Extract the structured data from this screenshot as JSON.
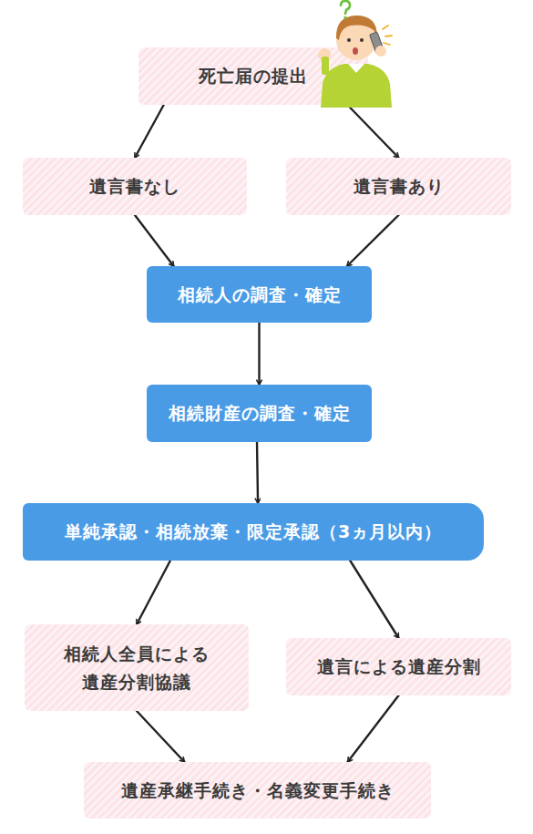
{
  "diagram": {
    "nodes": [
      {
        "text": [
          "死亡届の提出"
        ]
      },
      {
        "text": [
          "遺言書なし"
        ]
      },
      {
        "text": [
          "遺言書あり"
        ]
      },
      {
        "text": [
          "相続人の調査・確定"
        ]
      },
      {
        "text": [
          "相続財産の調査・確定"
        ]
      },
      {
        "text": [
          "単純承認・相続放棄・限定承認（3ヵ月以内）"
        ]
      },
      {
        "text": [
          "相続人全員による 遺産分割協議"
        ]
      },
      {
        "text": [
          "遺言による遺産分割"
        ]
      },
      {
        "text": [
          "遺産承継手続き・名義変更手続き"
        ]
      }
    ],
    "edges": [
      {
        "from": 0,
        "to": 1,
        "arrow": "to"
      },
      {
        "from": 0,
        "to": 2,
        "arrow": "to"
      },
      {
        "from": 1,
        "to": 3,
        "arrow": "to"
      },
      {
        "from": 2,
        "to": 3,
        "arrow": "to"
      },
      {
        "from": 3,
        "to": 4,
        "arrow": "to"
      },
      {
        "from": 4,
        "to": 5,
        "arrow": "to"
      },
      {
        "from": 5,
        "to": 6,
        "arrow": "to"
      },
      {
        "from": 5,
        "to": 7,
        "arrow": "to"
      },
      {
        "from": 6,
        "to": 8,
        "arrow": "to"
      },
      {
        "from": 7,
        "to": 8,
        "arrow": "to"
      }
    ]
  }
}
